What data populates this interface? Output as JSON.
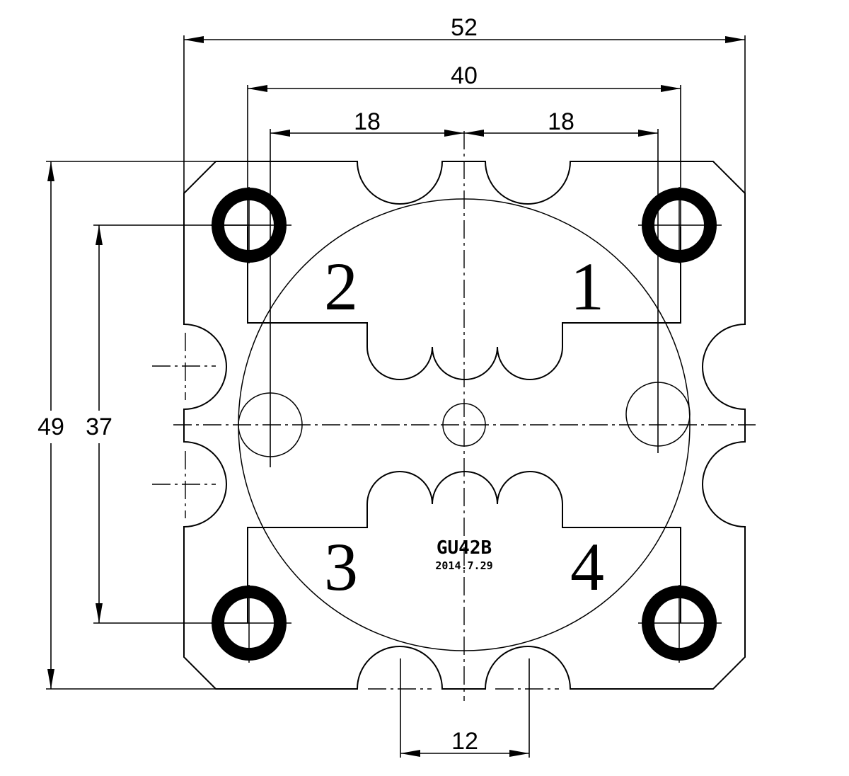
{
  "dimensions": {
    "overall_width": "52",
    "hole_spacing": "40",
    "half_left": "18",
    "half_right": "18",
    "overall_height": "49",
    "hole_vertical": "37",
    "notch_spacing": "12"
  },
  "pads": {
    "pad_1": "1",
    "pad_2": "2",
    "pad_3": "3",
    "pad_4": "4"
  },
  "marking": {
    "model": "GU42B",
    "date": "2014.7.29"
  }
}
